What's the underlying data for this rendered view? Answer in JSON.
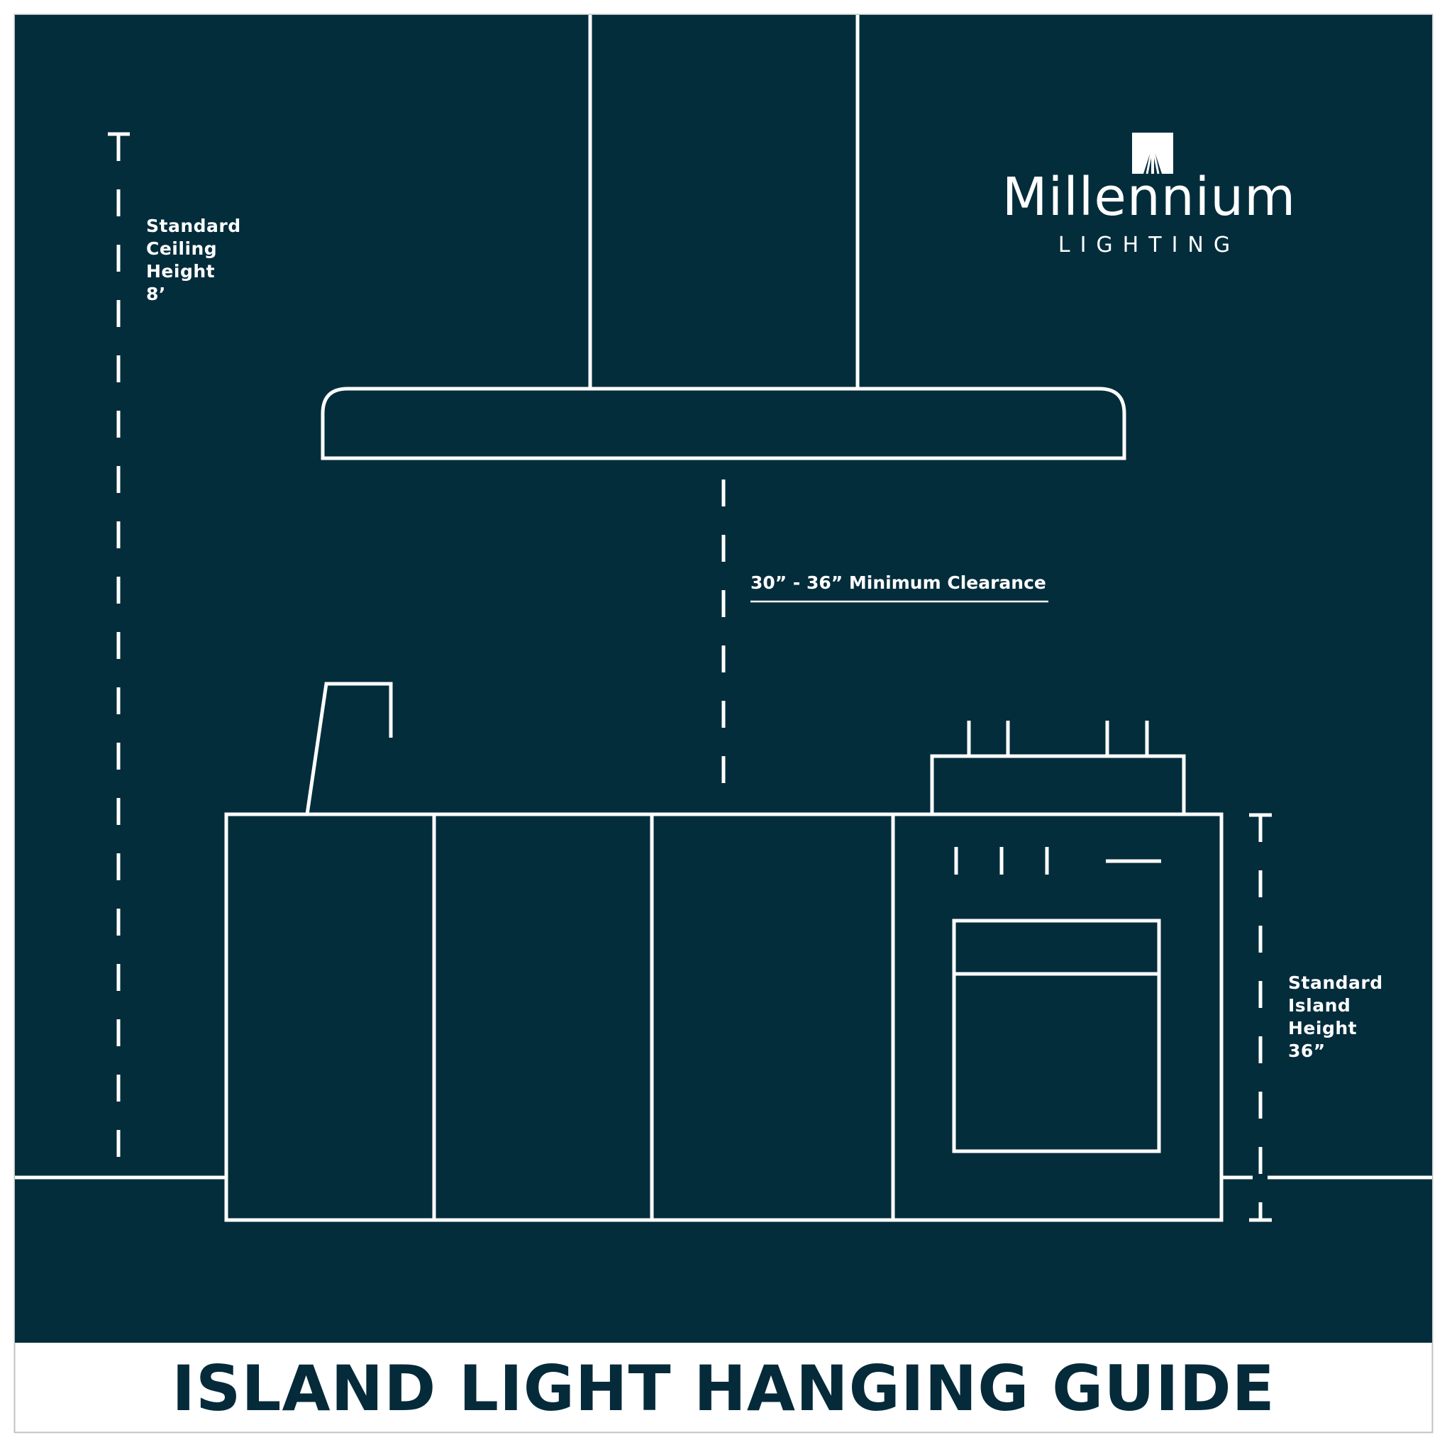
{
  "colors": {
    "background": "#042d3c",
    "line": "#ffffff",
    "title_text": "#052a3a",
    "frame": "#bfc3c5"
  },
  "brand": {
    "icon": "millennium-logo-icon",
    "name": "Millennium",
    "sub": "LIGHTING"
  },
  "labels": {
    "ceiling": [
      "Standard",
      "Ceiling",
      "Height",
      "8’"
    ],
    "island": [
      "Standard",
      "Island",
      "Height",
      "36”"
    ],
    "clearance": "30” - 36” Minimum Clearance"
  },
  "footer": {
    "title": "ISLAND LIGHT HANGING GUIDE"
  }
}
